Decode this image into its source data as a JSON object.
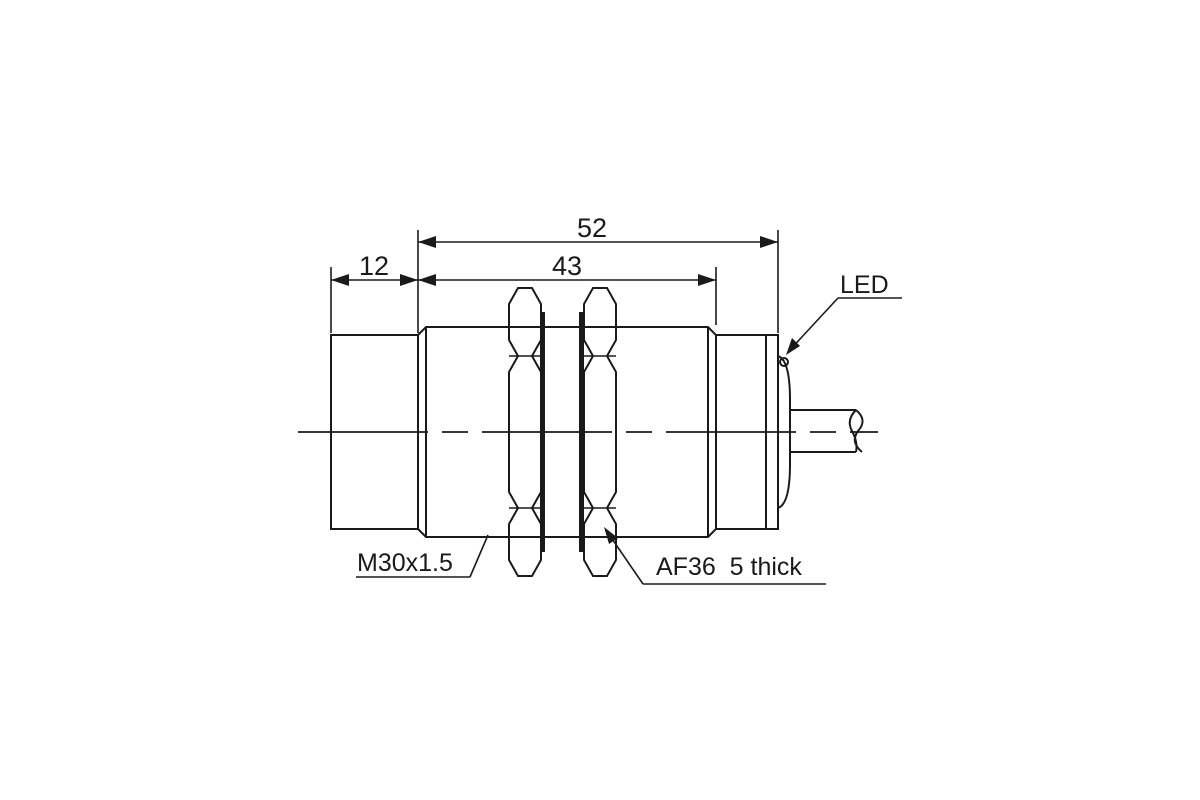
{
  "dimensions": {
    "overall_length": "52",
    "thread_length": "43",
    "sensing_face_length": "12"
  },
  "callouts": {
    "led": "LED",
    "thread": "M30x1.5",
    "nut": "AF36  5 thick"
  },
  "colors": {
    "line": "#1a1a1a",
    "background": "#ffffff"
  }
}
